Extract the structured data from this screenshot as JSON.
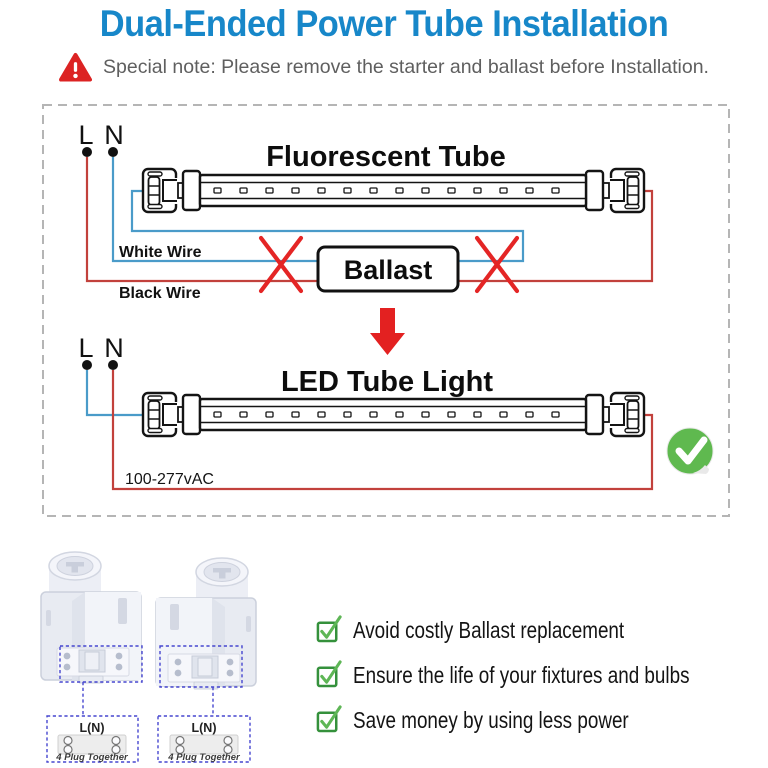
{
  "title": "Dual-Ended Power Tube Installation",
  "note": {
    "icon": "warning-triangle-icon",
    "text": "Special note: Please remove the starter and ballast before Installation."
  },
  "diagram": {
    "fluorescent": {
      "terminal_l": "L",
      "terminal_n": "N",
      "title": "Fluorescent Tube",
      "white_wire_label": "White Wire",
      "black_wire_label": "Black Wire",
      "ballast_label": "Ballast"
    },
    "led": {
      "terminal_l": "L",
      "terminal_n": "N",
      "title": "LED Tube Light",
      "voltage_label": "100-277vAC"
    }
  },
  "socket_callouts": {
    "left": {
      "pin_label": "L(N)",
      "plug_note": "4 Plug Together"
    },
    "right": {
      "pin_label": "L(N)",
      "plug_note": "4 Plug Together"
    }
  },
  "benefits": [
    {
      "label": "Avoid costly Ballast replacement"
    },
    {
      "label": "Ensure the life of your fixtures and bulbs"
    },
    {
      "label": "Save money by using less power"
    }
  ],
  "colors": {
    "title_blue": "#1787c9",
    "warning_red": "#dc2323",
    "wire_red": "#c2413c",
    "wire_blue": "#4a9bc9",
    "cross_red": "#e42525",
    "check_green": "#5ab64e",
    "callout_blue": "#4646cf",
    "dashed_border_gray": "#b5b5b5"
  }
}
